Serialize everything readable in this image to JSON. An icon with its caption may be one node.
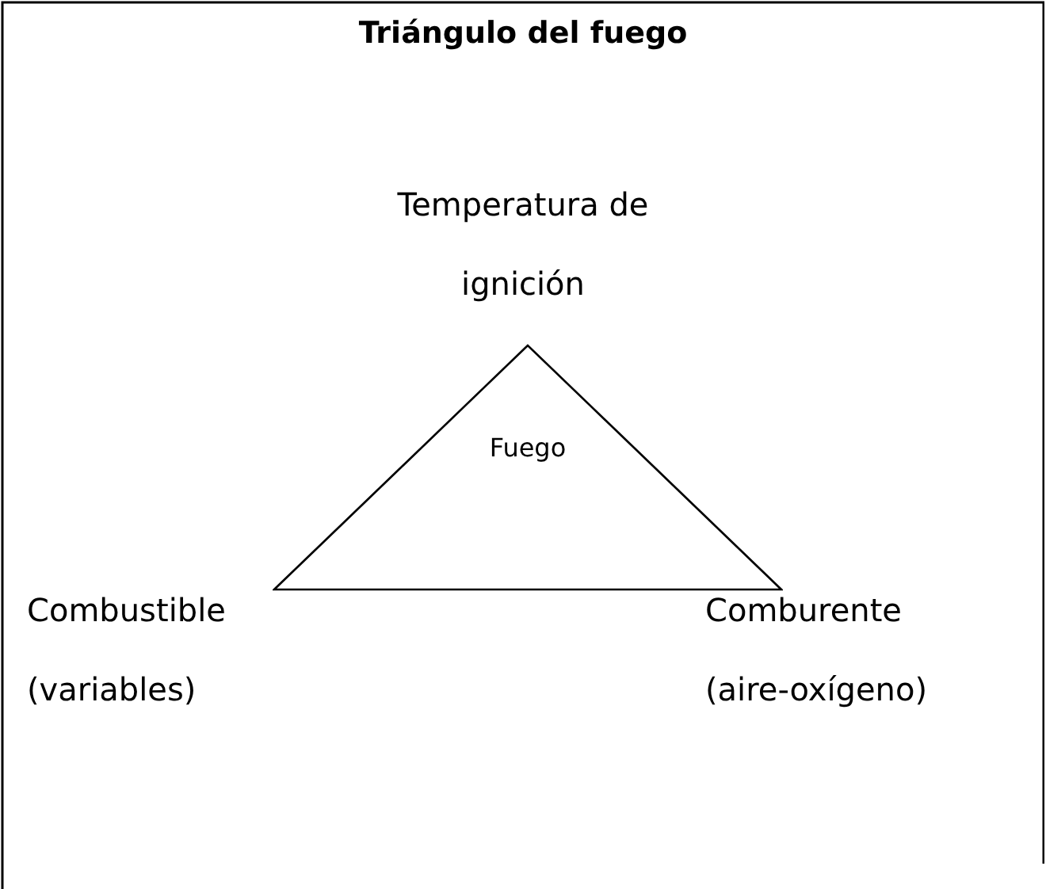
{
  "diagram": {
    "title": "Triángulo del fuego",
    "nodes": [
      {
        "text": [
          "Fuego"
        ]
      }
    ],
    "labels": [
      "Temperatura de ignición",
      "Combustible (variables)",
      "Comburente (aire-oxígeno)"
    ]
  }
}
